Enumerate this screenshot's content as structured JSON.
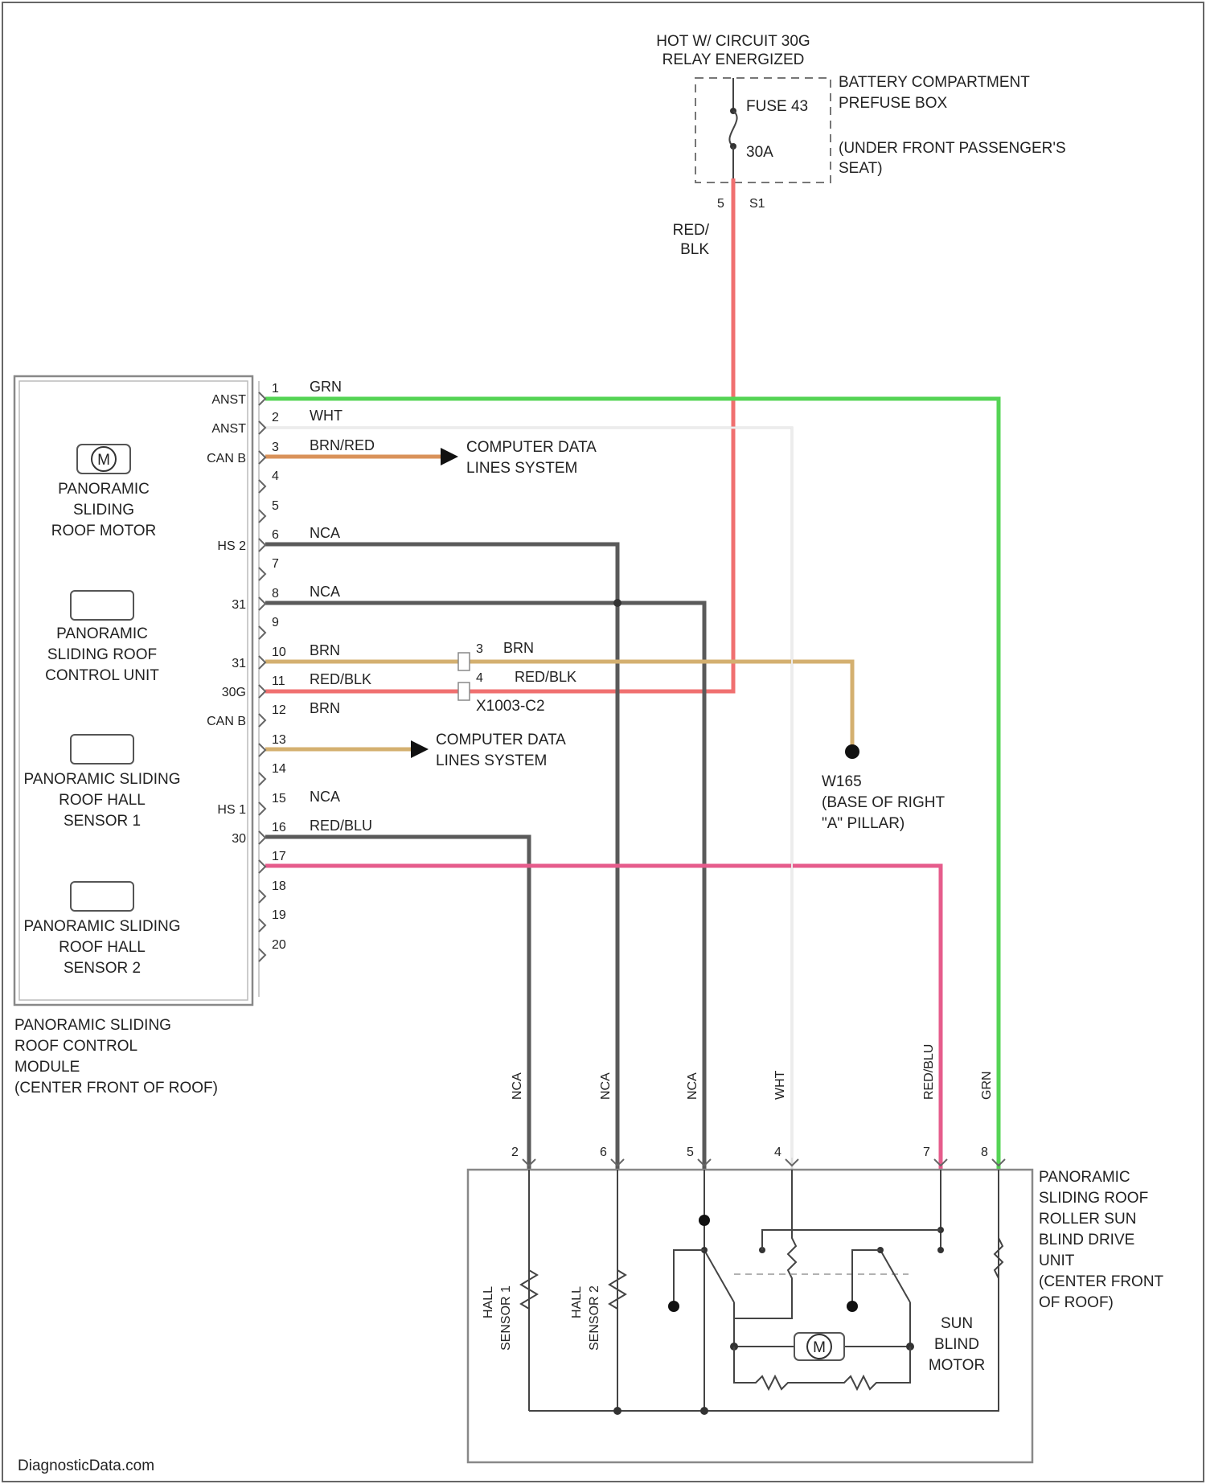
{
  "power": {
    "hot_line1": "HOT W/ CIRCUIT 30G",
    "hot_line2": "RELAY ENERGIZED",
    "box_line1": "BATTERY COMPARTMENT",
    "box_line2": "PREFUSE BOX",
    "box_line3": "(UNDER FRONT PASSENGER'S",
    "box_line4": "SEAT)",
    "fuse_label": "FUSE 43",
    "fuse_rating": "30A",
    "fuse_pin_left": "5",
    "fuse_pin_right": "S1",
    "wire_label_line1": "RED/",
    "wire_label_line2": "BLK"
  },
  "module": {
    "motor_line1": "PANORAMIC",
    "motor_line2": "SLIDING",
    "motor_line3": "ROOF MOTOR",
    "control_line1": "PANORAMIC",
    "control_line2": "SLIDING ROOF",
    "control_line3": "CONTROL UNIT",
    "hall1_line1": "PANORAMIC SLIDING",
    "hall1_line2": "ROOF HALL",
    "hall1_line3": "SENSOR 1",
    "hall2_line1": "PANORAMIC SLIDING",
    "hall2_line2": "ROOF HALL",
    "hall2_line3": "SENSOR 2",
    "caption_line1": "PANORAMIC SLIDING",
    "caption_line2": "ROOF CONTROL",
    "caption_line3": "MODULE",
    "caption_line4": "(CENTER FRONT OF ROOF)",
    "motor_symbol": "M"
  },
  "pins": [
    {
      "num": "1",
      "name": "ANST",
      "wire": "GRN"
    },
    {
      "num": "2",
      "name": "ANST",
      "wire": "WHT"
    },
    {
      "num": "3",
      "name": "CAN B",
      "wire": "BRN/RED"
    },
    {
      "num": "4",
      "name": "",
      "wire": ""
    },
    {
      "num": "5",
      "name": "",
      "wire": ""
    },
    {
      "num": "6",
      "name": "HS 2",
      "wire": "NCA"
    },
    {
      "num": "7",
      "name": "",
      "wire": ""
    },
    {
      "num": "8",
      "name": "31",
      "wire": "NCA"
    },
    {
      "num": "9",
      "name": "",
      "wire": ""
    },
    {
      "num": "10",
      "name": "31",
      "wire": "BRN"
    },
    {
      "num": "11",
      "name": "30G",
      "wire": "RED/BLK"
    },
    {
      "num": "12",
      "name": "CAN B",
      "wire": "BRN"
    },
    {
      "num": "13",
      "name": "",
      "wire": ""
    },
    {
      "num": "14",
      "name": "",
      "wire": ""
    },
    {
      "num": "15",
      "name": "HS 1",
      "wire": "NCA"
    },
    {
      "num": "16",
      "name": "30",
      "wire": "RED/BLU"
    },
    {
      "num": "17",
      "name": "",
      "wire": ""
    },
    {
      "num": "18",
      "name": "",
      "wire": ""
    },
    {
      "num": "19",
      "name": "",
      "wire": ""
    },
    {
      "num": "20",
      "name": "",
      "wire": ""
    }
  ],
  "data_lines": {
    "line1": "COMPUTER DATA",
    "line2": "LINES SYSTEM"
  },
  "splice_connector": {
    "pin_a": "3",
    "wire_a": "BRN",
    "pin_b": "4",
    "wire_b": "RED/BLK",
    "name": "X1003-C2"
  },
  "ground": {
    "name": "W165",
    "loc_line1": "(BASE OF RIGHT",
    "loc_line2": "\"A\" PILLAR)"
  },
  "drive_unit": {
    "wires": [
      {
        "label": "NCA",
        "pin": "2"
      },
      {
        "label": "NCA",
        "pin": "6"
      },
      {
        "label": "NCA",
        "pin": "5"
      },
      {
        "label": "WHT",
        "pin": "4"
      },
      {
        "label": "RED/BLU",
        "pin": "7"
      },
      {
        "label": "GRN",
        "pin": "8"
      }
    ],
    "caption_line1": "PANORAMIC",
    "caption_line2": "SLIDING ROOF",
    "caption_line3": "ROLLER SUN",
    "caption_line4": "BLIND DRIVE",
    "caption_line5": "UNIT",
    "caption_line6": "(CENTER FRONT",
    "caption_line7": "OF ROOF)",
    "hall1_line1": "HALL",
    "hall1_line2": "SENSOR 1",
    "hall2_line1": "HALL",
    "hall2_line2": "SENSOR 2",
    "motor_line1": "SUN",
    "motor_line2": "BLIND",
    "motor_line3": "MOTOR",
    "motor_symbol": "M"
  },
  "footer": {
    "watermark": "DiagnosticData.com"
  },
  "colors": {
    "red_blk": "#f07070",
    "grn": "#55d455",
    "brn_red": "#d9925a",
    "brn": "#d4b070",
    "nca": "#5a5a5a",
    "red_blu": "#e65c8c",
    "line": "#444444"
  }
}
